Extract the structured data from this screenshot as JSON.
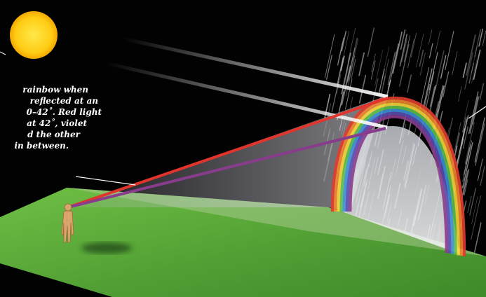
{
  "caption": {
    "lines": [
      "rainbow when",
      "reflected at an",
      "0–42˚. Red light",
      "at 42˚, violet",
      "d the other",
      "in between."
    ]
  },
  "colors": {
    "background": "#020202",
    "sun": "#ffd21a",
    "ground": "#5aa83a",
    "red_ray": "#e0342c",
    "violet_ray": "#8a3c8c"
  }
}
